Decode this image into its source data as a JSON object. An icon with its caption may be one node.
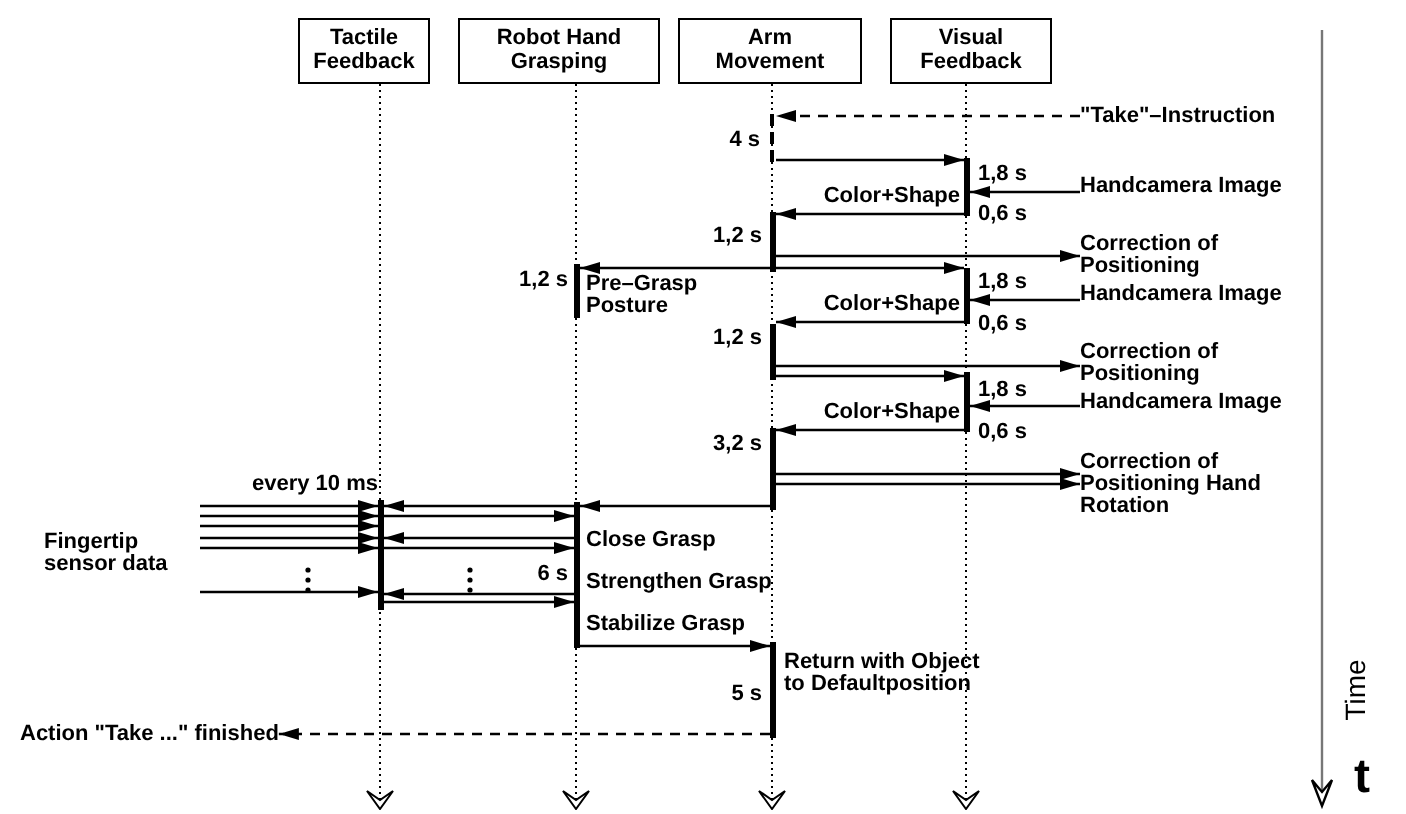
{
  "diagram": {
    "nodes": [
      {
        "text": [
          "Tactile Feedback"
        ]
      },
      {
        "text": [
          "Robot Hand Grasping"
        ]
      },
      {
        "text": [
          "Arm Movement"
        ]
      },
      {
        "text": [
          "Visual Feedback"
        ]
      },
      {
        "text": [],
        "shape": "bar",
        "beside": [
          "4 s"
        ]
      },
      {
        "text": [],
        "shape": "bar",
        "beside": [
          "1,8 s",
          "0,6 s"
        ]
      },
      {
        "text": [],
        "shape": "bar",
        "beside": [
          "1,2 s"
        ]
      },
      {
        "text": [],
        "shape": "bar",
        "beside": [
          "1,2 s",
          "Pre–Grasp Posture"
        ]
      },
      {
        "text": [],
        "shape": "bar",
        "beside": [
          "1,8 s",
          "0,6 s"
        ]
      },
      {
        "text": [],
        "shape": "bar",
        "beside": [
          "1,2 s"
        ]
      },
      {
        "text": [],
        "shape": "bar",
        "beside": [
          "1,8 s",
          "0,6 s"
        ]
      },
      {
        "text": [],
        "shape": "bar",
        "beside": [
          "3,2 s"
        ]
      },
      {
        "text": [],
        "shape": "bar",
        "beside": [
          "6 s",
          "Close Grasp",
          "Strengthen Grasp",
          "Stabilize Grasp"
        ]
      },
      {
        "text": [],
        "shape": "bar"
      },
      {
        "text": [],
        "shape": "bar",
        "beside": [
          "5 s",
          "Return with Object to Defaultposition"
        ]
      },
      {
        "text": [
          "\"Take\"–Instruction"
        ]
      },
      {
        "text": [
          "Handcamera Image"
        ]
      },
      {
        "text": [
          "Handcamera Image"
        ]
      },
      {
        "text": [
          "Handcamera Image"
        ]
      },
      {
        "text": [
          "Correction of Positioning"
        ]
      },
      {
        "text": [
          "Correction of Positioning"
        ]
      },
      {
        "text": [
          "Correction of Positioning Hand Rotation"
        ]
      },
      {
        "text": [
          "Fingertip sensor data"
        ]
      },
      {
        "text": [
          "Action \"Take ...\" finished"
        ]
      }
    ],
    "edges": [
      {
        "from": 15,
        "to": 4,
        "arrow": "to",
        "style": "dashed"
      },
      {
        "from": 4,
        "to": 5,
        "arrow": "to"
      },
      {
        "from": 16,
        "to": 5,
        "arrow": "to"
      },
      {
        "from": 5,
        "to": 6,
        "arrow": "to",
        "label": "Color+Shape"
      },
      {
        "from": 6,
        "to": 19,
        "arrow": "to"
      },
      {
        "from": 6,
        "to": 7,
        "arrow": "to"
      },
      {
        "from": 6,
        "to": 8,
        "arrow": "to"
      },
      {
        "from": 17,
        "to": 8,
        "arrow": "to"
      },
      {
        "from": 8,
        "to": 9,
        "arrow": "to",
        "label": "Color+Shape"
      },
      {
        "from": 9,
        "to": 20,
        "arrow": "to"
      },
      {
        "from": 9,
        "to": 10,
        "arrow": "to"
      },
      {
        "from": 18,
        "to": 10,
        "arrow": "to"
      },
      {
        "from": 10,
        "to": 11,
        "arrow": "to",
        "label": "Color+Shape"
      },
      {
        "from": 11,
        "to": 21,
        "arrow": "to"
      },
      {
        "from": 11,
        "to": 21,
        "arrow": "to"
      },
      {
        "from": 11,
        "to": 12,
        "arrow": "to"
      },
      {
        "from": 12,
        "to": 13,
        "arrow": "to"
      },
      {
        "from": 13,
        "to": 12,
        "arrow": "to"
      },
      {
        "from": 12,
        "to": 13,
        "arrow": "to"
      },
      {
        "from": 13,
        "to": 12,
        "arrow": "to"
      },
      {
        "from": 12,
        "to": 13,
        "arrow": "to"
      },
      {
        "from": 13,
        "to": 12,
        "arrow": "to"
      },
      {
        "from": 22,
        "to": 13,
        "arrow": "to"
      },
      {
        "from": 22,
        "to": 13,
        "arrow": "to"
      },
      {
        "from": 22,
        "to": 13,
        "arrow": "to"
      },
      {
        "from": 22,
        "to": 13,
        "arrow": "to"
      },
      {
        "from": 22,
        "to": 13,
        "arrow": "to"
      },
      {
        "from": 22,
        "to": 13,
        "arrow": "to"
      },
      {
        "from": 12,
        "to": 14,
        "arrow": "to"
      },
      {
        "from": 14,
        "to": 23,
        "arrow": "to",
        "style": "dashed"
      },
      {
        "from": 0,
        "to": null,
        "arrow": "to",
        "style": "dashed"
      },
      {
        "from": 1,
        "to": null,
        "arrow": "to",
        "style": "dashed"
      },
      {
        "from": 2,
        "to": null,
        "arrow": "to",
        "style": "dashed"
      },
      {
        "from": 3,
        "to": null,
        "arrow": "to",
        "style": "dashed"
      }
    ],
    "labels": [
      "every 10 ms",
      "Time",
      "t"
    ]
  }
}
